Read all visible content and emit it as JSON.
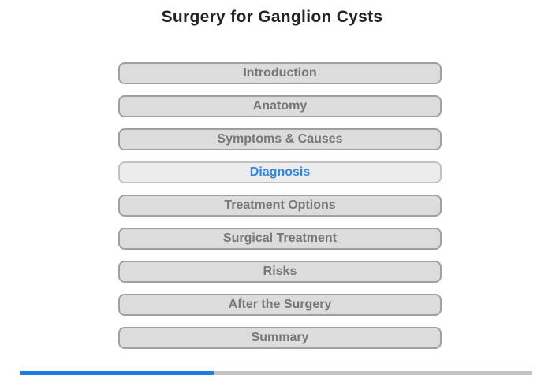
{
  "page": {
    "title": "Surgery for Ganglion Cysts"
  },
  "menu": {
    "items": [
      {
        "label": "Introduction",
        "active": false
      },
      {
        "label": "Anatomy",
        "active": false
      },
      {
        "label": "Symptoms & Causes",
        "active": false
      },
      {
        "label": "Diagnosis",
        "active": true
      },
      {
        "label": "Treatment Options",
        "active": false
      },
      {
        "label": "Surgical Treatment",
        "active": false
      },
      {
        "label": "Risks",
        "active": false
      },
      {
        "label": "After the Surgery",
        "active": false
      },
      {
        "label": "Summary",
        "active": false
      }
    ]
  },
  "progress": {
    "fraction": 0.378
  },
  "colors": {
    "active_text": "#2e86de",
    "progress_fill": "#1a7de0",
    "progress_track": "#c4c4c4",
    "button_bg": "#dcdcdc",
    "button_border": "#a0a0a0"
  }
}
